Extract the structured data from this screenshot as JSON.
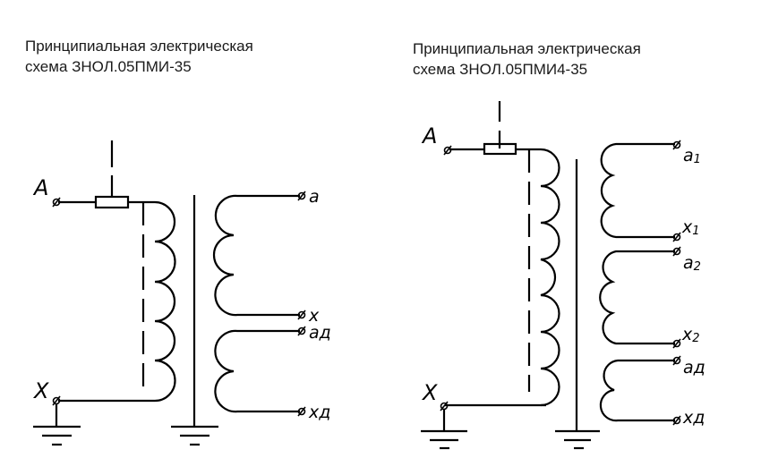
{
  "schematics": [
    {
      "id": "left",
      "title_line1": "Принципиальная электрическая",
      "title_line2": "схема ЗНОЛ.05ПМИ-35",
      "primary": {
        "start_terminal": "A",
        "end_terminal": "X",
        "coil_turns": 5
      },
      "secondaries": [
        {
          "start": "a",
          "end": "x",
          "turns": 3
        },
        {
          "start": "aд",
          "end": "xд",
          "turns": 2
        }
      ]
    },
    {
      "id": "right",
      "title_line1": "Принципиальная электрическая",
      "title_line2": "схема ЗНОЛ.05ПМИ4-35",
      "primary": {
        "start_terminal": "A",
        "end_terminal": "X",
        "coil_turns": 7
      },
      "secondaries": [
        {
          "start": "a",
          "start_sub": "1",
          "end": "x",
          "end_sub": "1",
          "turns": 3
        },
        {
          "start": "a",
          "start_sub": "2",
          "end": "x",
          "end_sub": "2",
          "turns": 3
        },
        {
          "start": "aд",
          "end": "xд",
          "turns": 2
        }
      ]
    }
  ],
  "labels": {
    "A": "A",
    "X": "X",
    "a": "a",
    "x": "x",
    "ad": "aд",
    "xd": "xд",
    "a_base": "a",
    "x_base": "x",
    "sub1": "1",
    "sub2": "2"
  }
}
